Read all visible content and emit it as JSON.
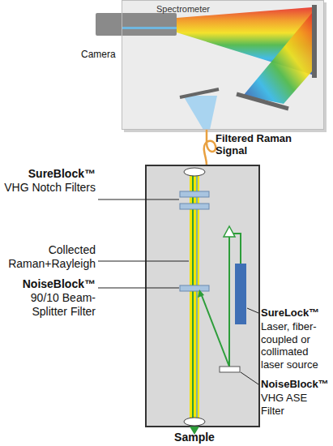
{
  "diagram": {
    "nodes": [
      {
        "text": [
          "Spectrometer"
        ]
      }
    ],
    "labels": [
      "Camera",
      "Filtered Raman Signal",
      "SureBlock™",
      "VHG Notch Filters",
      "Collected Raman+Rayleigh",
      "NoiseBlock™",
      "90/10 Beam-Splitter Filter",
      "SureLock™",
      "Laser, fiber-coupled or collimated laser source",
      "NoiseBlock™",
      "VHG ASE Filter",
      "Sample"
    ]
  }
}
